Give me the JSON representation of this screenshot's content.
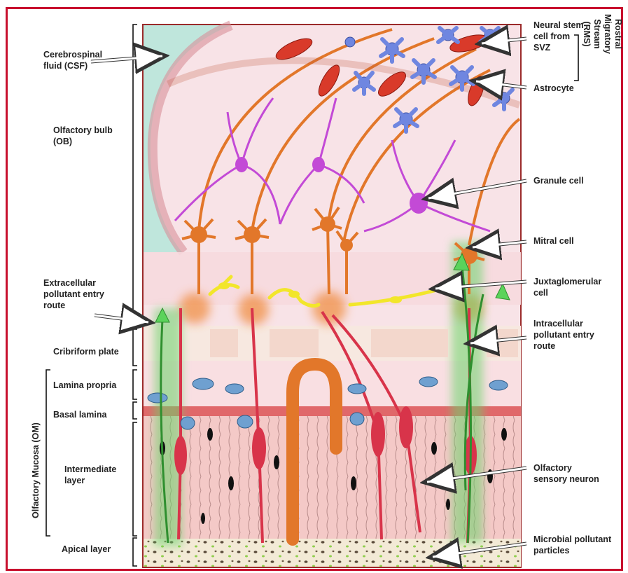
{
  "labels": {
    "csf": "Cerebrospinal\nfluid (CSF)",
    "ob": "Olfactory bulb\n(OB)",
    "extracellular": "Extracellular\npollutant entry\nroute",
    "cribriform": "Cribriform plate",
    "lamina_propria": "Lamina propria",
    "basal_lamina": "Basal lamina",
    "intermediate": "Intermediate\nlayer",
    "apical": "Apical layer",
    "om": "Olfactory Mucosa (OM)",
    "neural_stem": "Neural stem\ncell from\nSVZ",
    "astrocyte": "Astrocyte",
    "rms": "Rostral Migratory\nStream (RMS)",
    "granule": "Granule cell",
    "mitral": "Mitral cell",
    "juxtaglomerular": "Juxtaglomerular\ncell",
    "intracellular": "Intracellular\npollutant entry\nroute",
    "osn": "Olfactory\nsensory neuron",
    "microbial": "Microbial pollutant\nparticles"
  },
  "colors": {
    "frame": "#c8102e",
    "bulb": "#f6d9de",
    "csf": "#bfe6dc",
    "mitral": "#f07a22",
    "granule": "#c34ad6",
    "astrocyte": "#6f86e0",
    "stem": "#d93a2a",
    "juxta": "#f2e62a",
    "osn": "#d8344a",
    "route": "#3aa83a"
  }
}
